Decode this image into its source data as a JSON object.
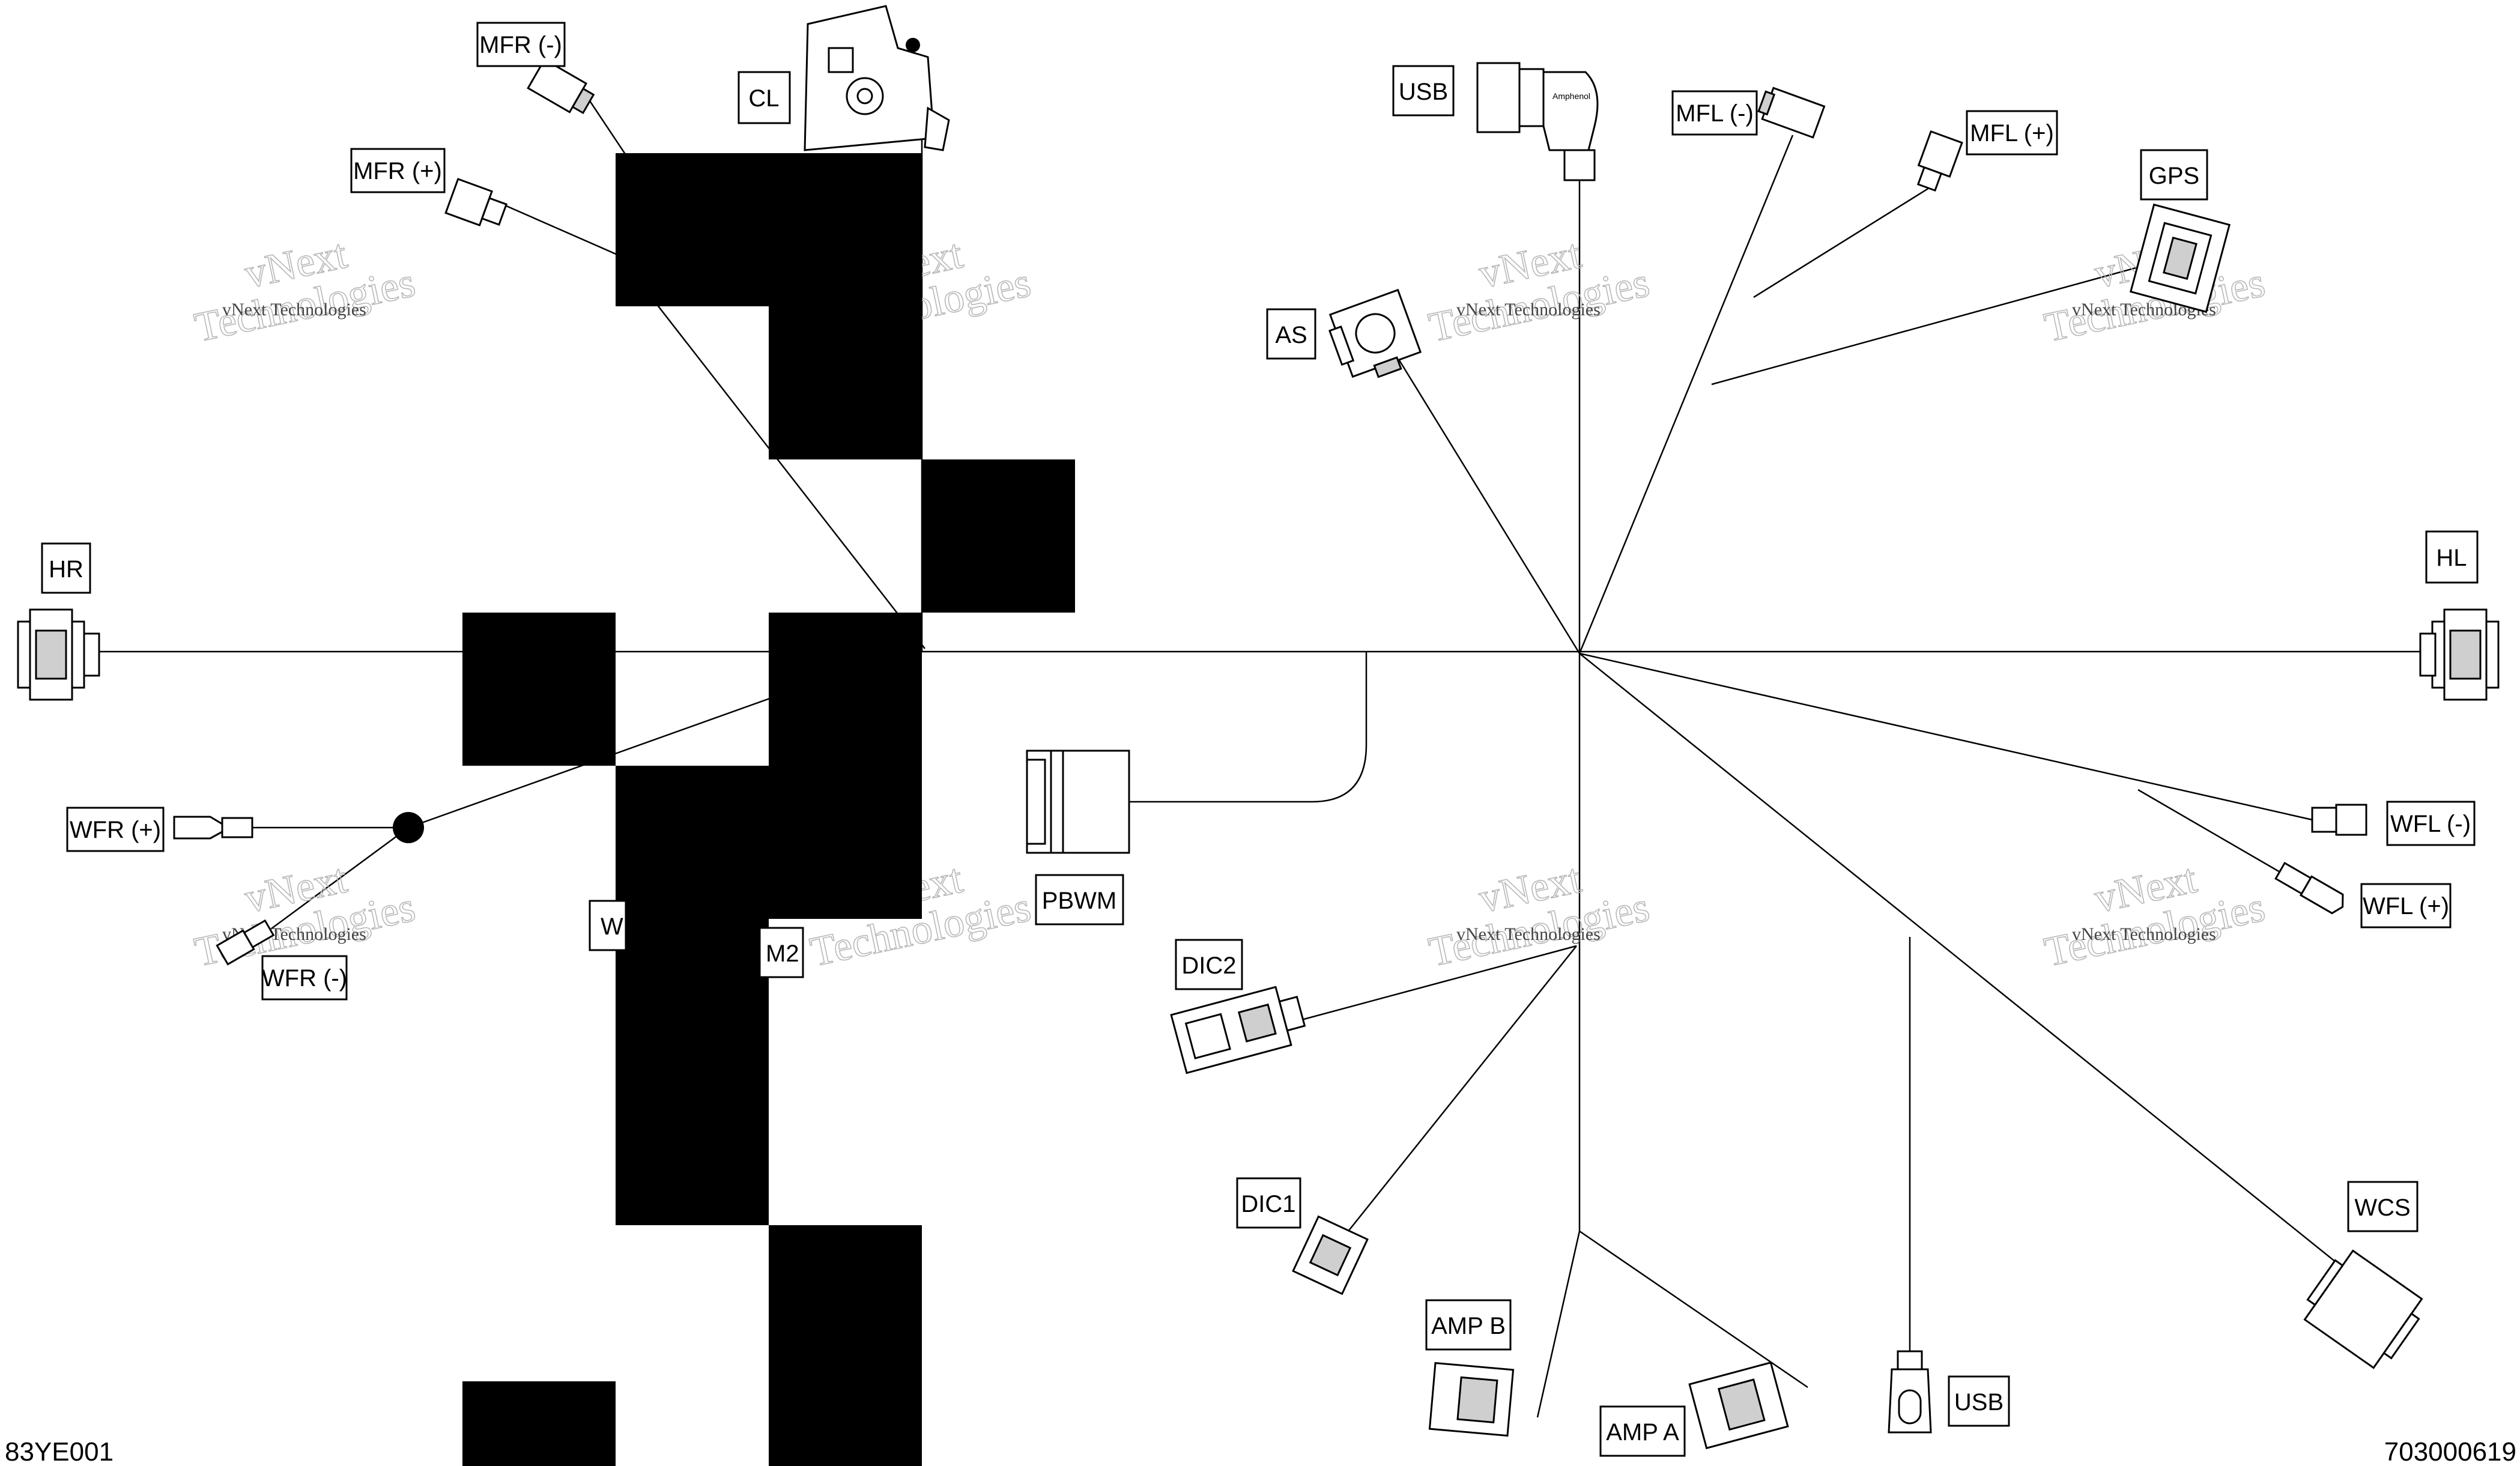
{
  "labels": {
    "mfr_minus": "MFR (-)",
    "mfr_plus": "MFR (+)",
    "cl": "CL",
    "usb_top": "USB",
    "mfl_minus": "MFL (-)",
    "mfl_plus": "MFL (+)",
    "gps": "GPS",
    "as": "AS",
    "hr": "HR",
    "hl": "HL",
    "wfr_plus": "WFR (+)",
    "wfr_minus": "WFR (-)",
    "pbwm": "PBWM",
    "wfl_minus": "WFL (-)",
    "wfl_plus": "WFL (+)",
    "dic2": "DIC2",
    "dic1": "DIC1",
    "amp_b": "AMP B",
    "amp_a": "AMP A",
    "usb_bottom": "USB",
    "wcs": "WCS",
    "partial_w": "W",
    "partial_m2": "M2"
  },
  "watermark": {
    "small": "vNext Technologies",
    "large_line1": "vNext",
    "large_line2": "Technologies"
  },
  "corners": {
    "bottom_left_code": "83YE001",
    "bottom_right_code": "703000619"
  }
}
